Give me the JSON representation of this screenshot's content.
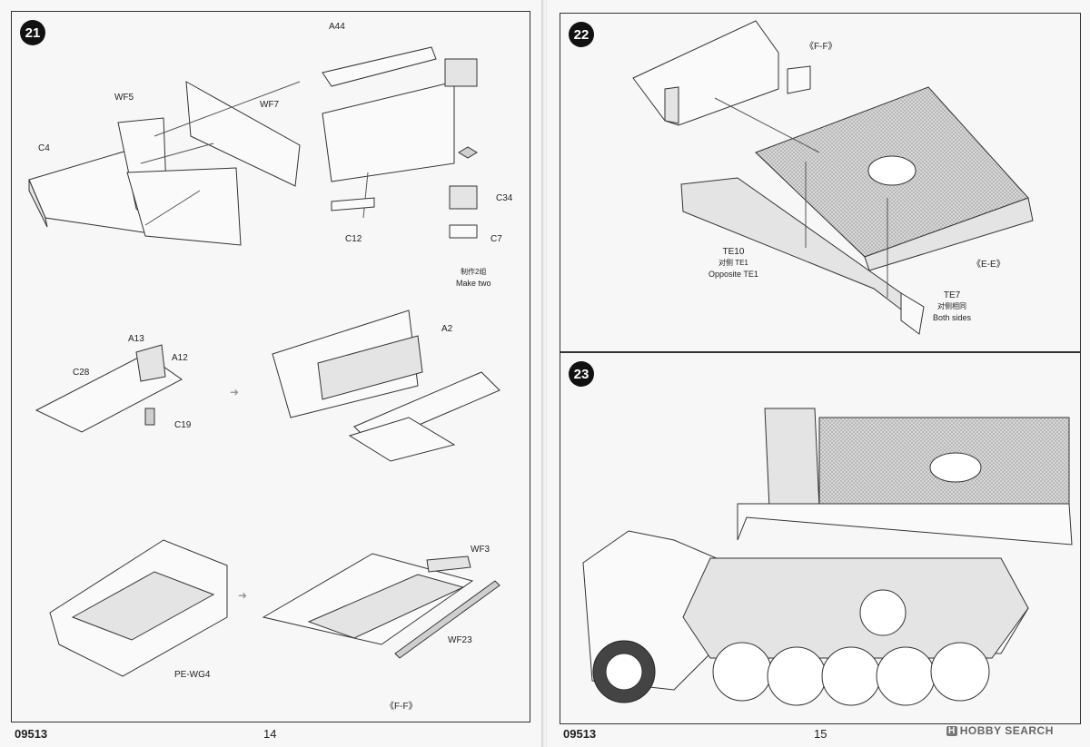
{
  "left_page": {
    "step21": {
      "badge": "21",
      "callouts": {
        "a44": "A44",
        "wf5": "WF5",
        "wf7": "WF7",
        "c4": "C4",
        "c12": "C12",
        "c34": "C34",
        "c7": "C7",
        "make_two_cn": "制作2组",
        "make_two_en": "Make two"
      },
      "sub2": {
        "a13": "A13",
        "a12": "A12",
        "c28": "C28",
        "c19": "C19",
        "a2": "A2"
      },
      "sub3": {
        "wf3": "WF3",
        "wf23": "WF23",
        "pe_wg4": "PE-WG4",
        "view": "《F-F》"
      }
    },
    "footer": {
      "code": "09513",
      "page_number": "14"
    }
  },
  "right_page": {
    "step22": {
      "badge": "22",
      "callouts": {
        "view_ff": "《F-F》",
        "te10": "TE10",
        "te10_cn": "对侧 TE1",
        "te10_en": "Opposite TE1",
        "view_ee": "《E-E》",
        "te7": "TE7",
        "te7_cn": "对侧相同",
        "te7_en": "Both sides"
      }
    },
    "step23": {
      "badge": "23"
    },
    "footer": {
      "code": "09513",
      "page_number": "15"
    },
    "watermark": {
      "logo": "H",
      "text": "HOBBY SEARCH"
    }
  }
}
